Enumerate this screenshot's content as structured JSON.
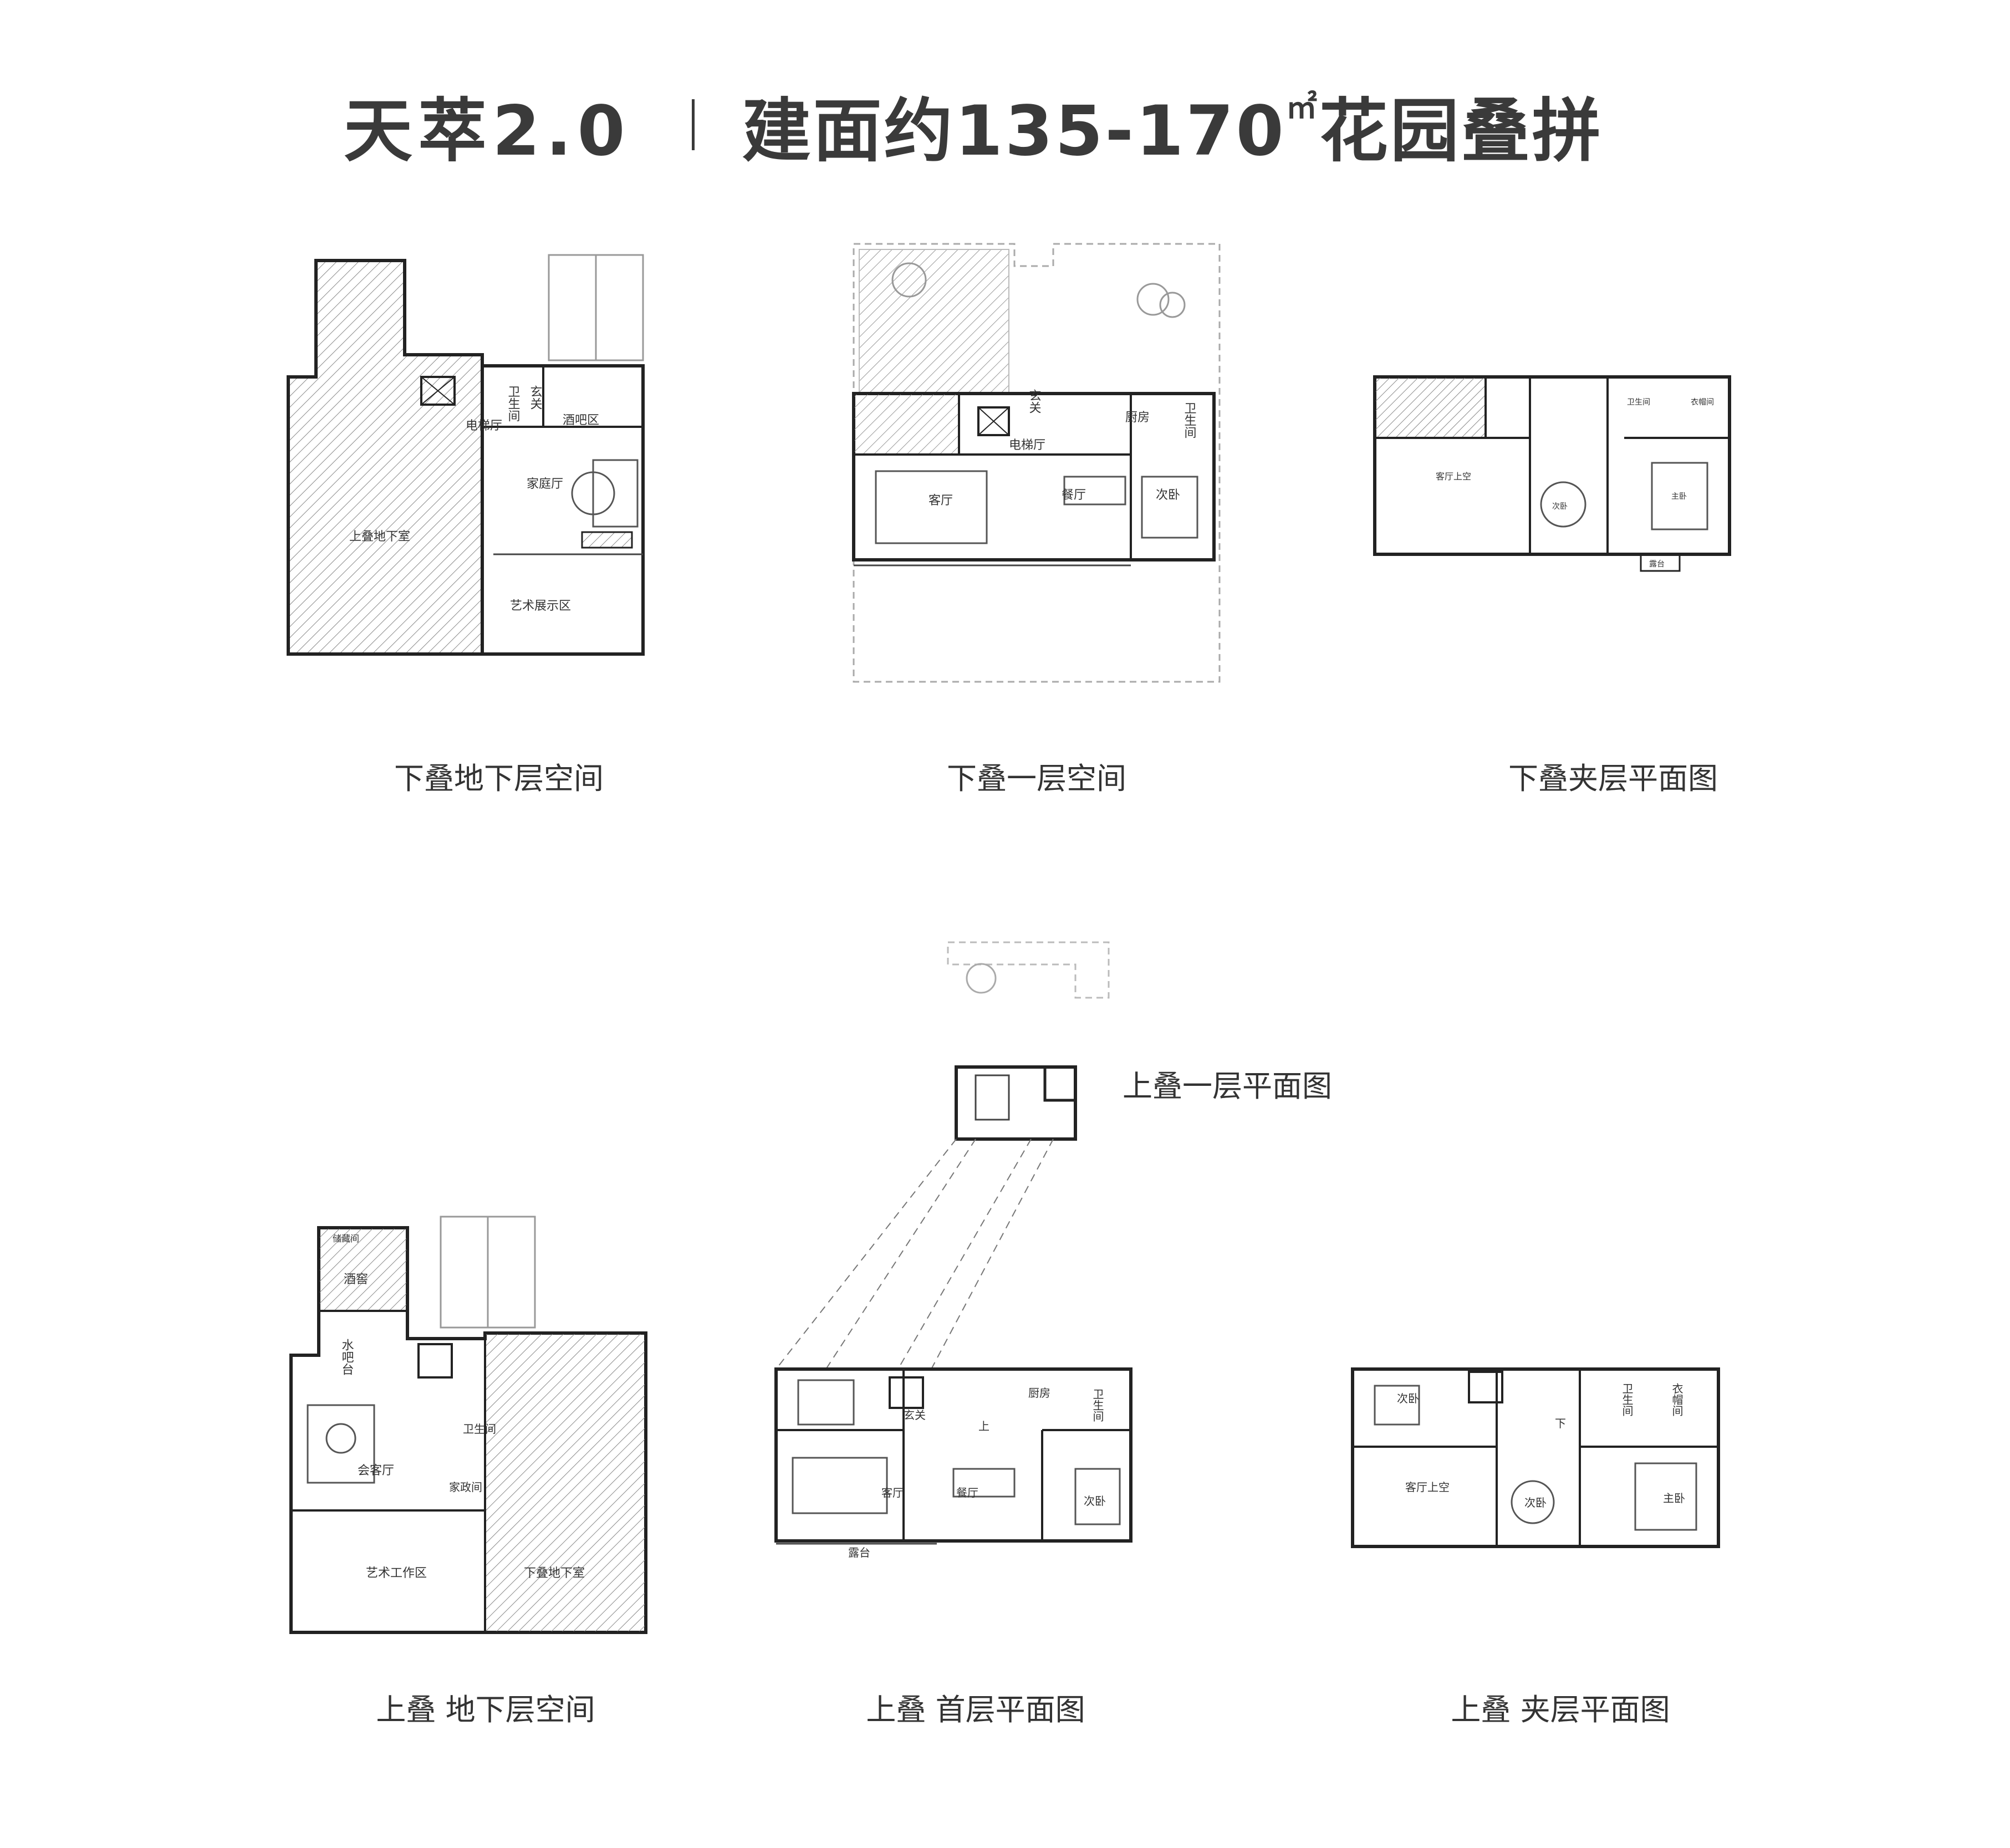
{
  "header": {
    "project_name": "天萃2.0",
    "spec_prefix": "建面约135-170",
    "area_unit": "㎡",
    "spec_suffix": "花园叠拼"
  },
  "plans": {
    "lower_basement": {
      "caption": "下叠地下层空间",
      "rooms": {
        "elevator_hall": "电梯厅",
        "bathroom": "卫生间",
        "entrance": "玄关",
        "bar_area": "酒吧区",
        "family_room": "家庭厅",
        "upper_basement": "上叠地下室",
        "art_gallery": "艺术展示区"
      }
    },
    "lower_ground": {
      "caption": "下叠一层空间",
      "rooms": {
        "entrance": "玄关",
        "kitchen": "厨房",
        "bathroom": "卫生间",
        "elevator_hall": "电梯厅",
        "living_room": "客厅",
        "dining_room": "餐厅",
        "second_bedroom": "次卧"
      }
    },
    "lower_mezzanine": {
      "caption": "下叠夹层平面图",
      "rooms": {
        "living_void": "客厅上空",
        "bathroom": "卫生间",
        "cloakroom": "衣帽间",
        "second_bedroom": "次卧",
        "master_bedroom": "主卧",
        "balcony": "露台"
      }
    },
    "upper_first": {
      "caption": "上叠一层平面图"
    },
    "upper_basement": {
      "caption": "上叠 地下层空间",
      "rooms": {
        "storage": "储藏间",
        "wine_cellar": "酒窖",
        "water_bar": "水吧台",
        "bathroom": "卫生间",
        "lounge": "会客厅",
        "utility": "家政间",
        "art_studio": "艺术工作区",
        "lower_basement": "下叠地下室"
      }
    },
    "upper_ground": {
      "caption": "上叠 首层平面图",
      "rooms": {
        "entrance": "玄关",
        "up": "上",
        "kitchen": "厨房",
        "bathroom": "卫生间",
        "living_room": "客厅",
        "dining_room": "餐厅",
        "second_bedroom": "次卧",
        "terrace": "露台"
      }
    },
    "upper_mezzanine": {
      "caption": "上叠 夹层平面图",
      "rooms": {
        "second_bedroom_a": "次卧",
        "bathroom": "卫生间",
        "cloakroom": "衣帽间",
        "down": "下",
        "living_void": "客厅上空",
        "second_bedroom_b": "次卧",
        "master_bedroom": "主卧"
      }
    }
  }
}
